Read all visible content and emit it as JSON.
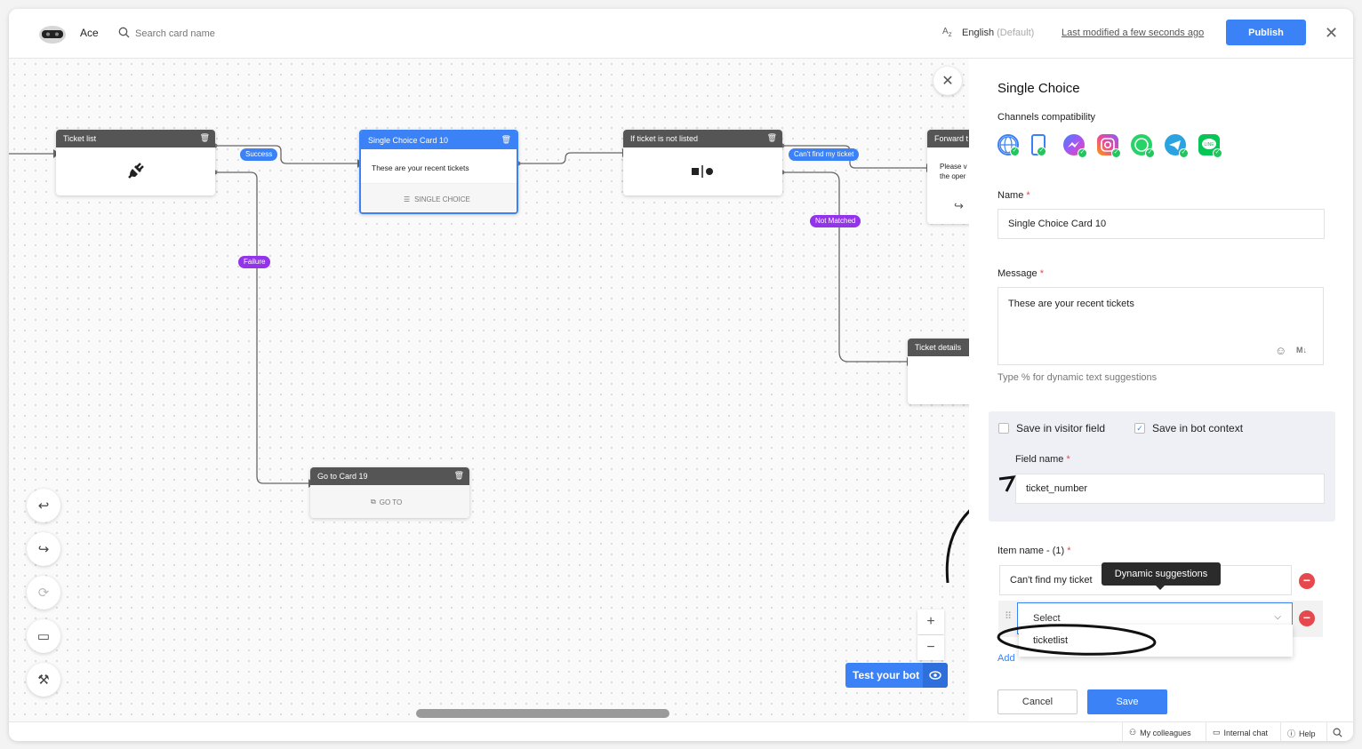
{
  "topbar": {
    "bot_name": "Ace",
    "search_placeholder": "Search card name",
    "language": "English",
    "language_default": "(Default)",
    "last_modified": "Last modified a few seconds ago",
    "publish_label": "Publish"
  },
  "canvas": {
    "cards": {
      "ticket_list": {
        "title": "Ticket list"
      },
      "single_choice": {
        "title": "Single Choice Card 10",
        "message": "These are your recent tickets",
        "footer": "SINGLE CHOICE"
      },
      "if_ticket": {
        "title": "If ticket is not listed"
      },
      "forward": {
        "title": "Forward t",
        "body": "Please v the oper"
      },
      "ticket_details": {
        "title": "Ticket details"
      },
      "goto": {
        "title": "Go to Card 19",
        "footer": "GO TO"
      }
    },
    "pills": {
      "success": "Success",
      "failure": "Failure",
      "cant_find": "Can't find my ticket",
      "not_matched": "Not Matched"
    },
    "test_bot_label": "Test your bot",
    "colors": {
      "accent": "#3b82f6",
      "purple": "#9333ea",
      "header": "#555555"
    }
  },
  "panel": {
    "title": "Single Choice",
    "channels_label": "Channels compatibility",
    "channels": [
      "web-globe",
      "mobile",
      "messenger",
      "instagram",
      "whatsapp",
      "telegram",
      "line"
    ],
    "name_label": "Name",
    "name_value": "Single Choice Card 10",
    "message_label": "Message",
    "message_value": "These are your recent tickets",
    "message_hint": "Type % for dynamic text suggestions",
    "save_visitor_label": "Save in visitor field",
    "save_visitor_checked": false,
    "save_context_label": "Save in bot context",
    "save_context_checked": true,
    "field_name_label": "Field name",
    "field_name_value": "ticket_number",
    "item_name_label": "Item name - (1)",
    "item_value": "Can't find my ticket",
    "tooltip": "Dynamic suggestions",
    "select_placeholder": "Select",
    "dropdown_option": "ticketlist",
    "add_partial": "Add",
    "cancel_label": "Cancel",
    "save_label": "Save"
  },
  "statusbar": {
    "colleagues": "My colleagues",
    "internal_chat": "Internal chat",
    "help": "Help"
  }
}
